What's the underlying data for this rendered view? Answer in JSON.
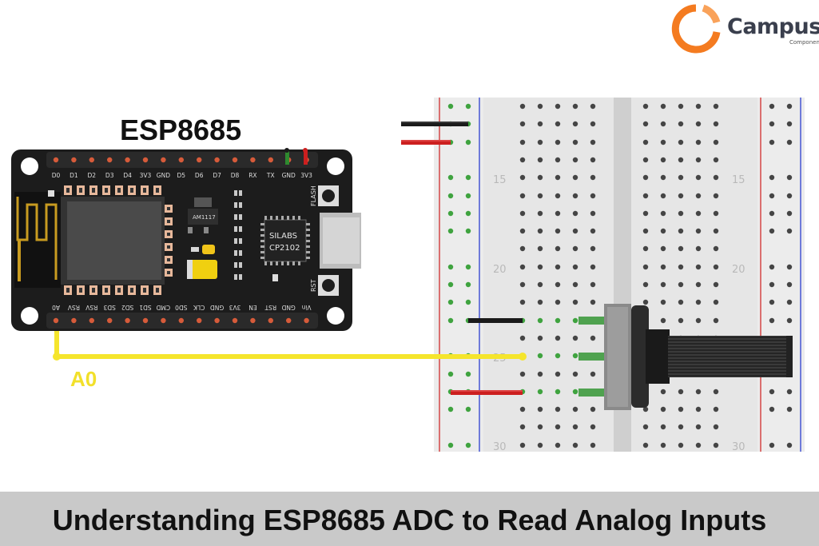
{
  "logo": {
    "name": "Campus",
    "sub": "Component",
    "colors": {
      "ring": "#f47b20",
      "text": "#3a3f4d"
    }
  },
  "board": {
    "title": "ESP8685",
    "top_pins": [
      "D0",
      "D1",
      "D2",
      "D3",
      "D4",
      "3V3",
      "GND",
      "D5",
      "D6",
      "D7",
      "D8",
      "RX",
      "TX",
      "GND",
      "3V3"
    ],
    "bottom_pins": [
      "A0",
      "RSV",
      "RSV",
      "SD3",
      "SD2",
      "SD1",
      "CMD",
      "SD0",
      "CLK",
      "GND",
      "3V3",
      "EN",
      "RST",
      "GND",
      "Vin"
    ],
    "regulator": "AM1117",
    "chip_line1": "SILABS",
    "chip_line2": "CP2102",
    "flash_label": "FLASH",
    "rst_label": "RST"
  },
  "breadboard": {
    "row_numbers": [
      "15",
      "20",
      "25",
      "30"
    ]
  },
  "wire_label": "A0",
  "footer": {
    "title": "Understanding ESP8685 ADC to Read Analog Inputs"
  },
  "colors": {
    "wire_yellow": "#f5e52c",
    "wire_red": "#cc1f1f",
    "wire_black": "#1a1a1a",
    "board": "#1c1c1c"
  }
}
